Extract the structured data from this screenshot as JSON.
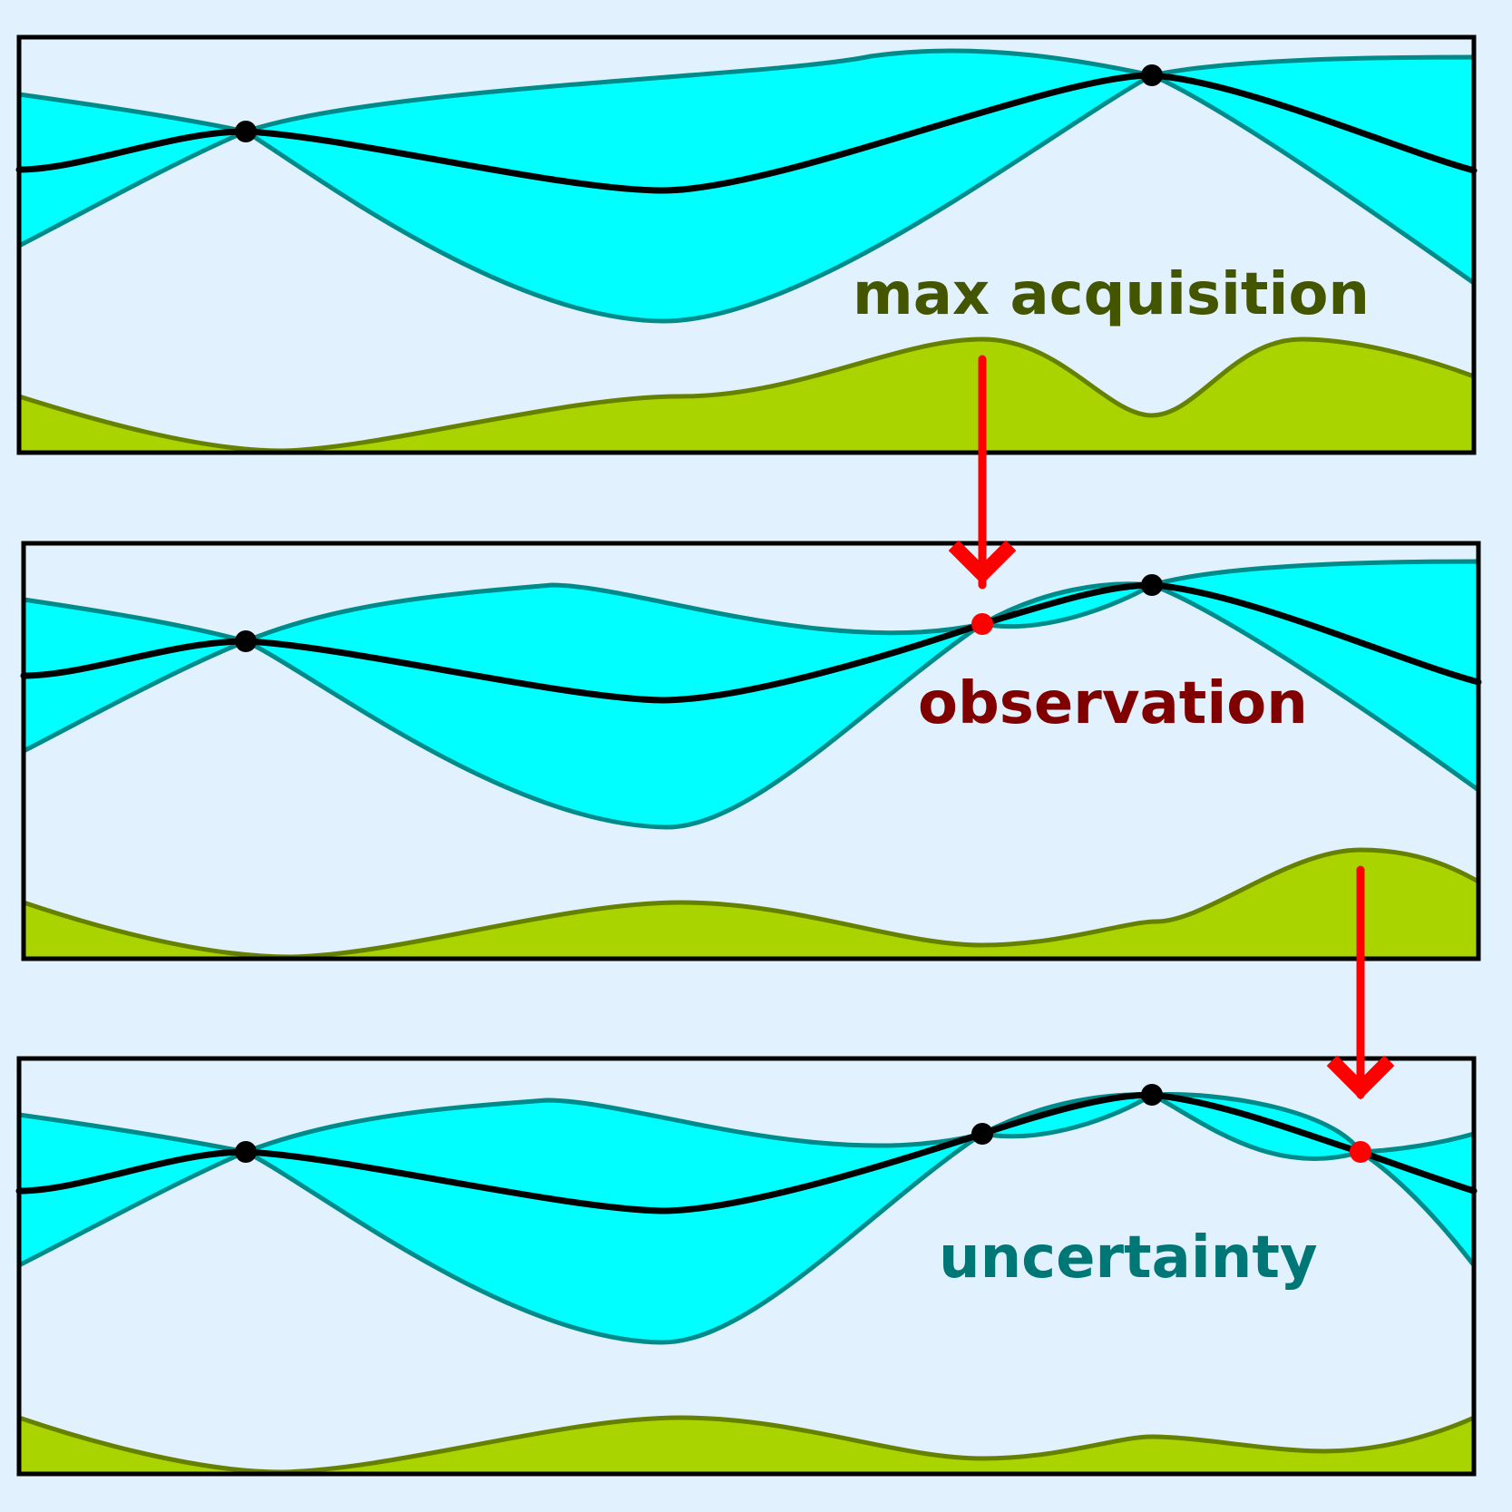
{
  "labels": {
    "acquisition": "max acquisition",
    "observation": "observation",
    "uncertainty": "uncertainty"
  },
  "colors": {
    "background": "#e1f1fd",
    "band_fill": "#00ffff",
    "band_stroke": "#008b8b",
    "mean_line": "#000000",
    "acquisition_fill": "#aad400",
    "acquisition_stroke": "#668000",
    "observed_point": "#000000",
    "new_point": "#ff0000",
    "arrow": "#ff0000",
    "acquisition_label": "#445500",
    "observation_label": "#800000",
    "uncertainty_label": "#007777"
  },
  "icons": {
    "down_arrow": "down-arrow-icon"
  }
}
